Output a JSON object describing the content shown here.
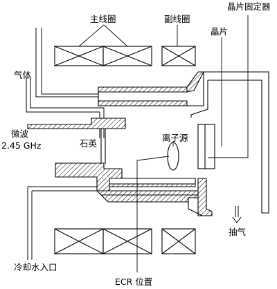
{
  "labels": {
    "main_coil": "主线圈",
    "aux_coil": "副线圈",
    "wafer_holder": "晶片固定器",
    "wafer": "晶片",
    "gas": "气体",
    "microwave": "微波",
    "frequency": "2.45 GHz",
    "quartz": "石英",
    "ion_source": "离子源",
    "exhaust": "抽气",
    "cooling_water": "冷却水入口",
    "ecr_position": "ECR 位置"
  }
}
